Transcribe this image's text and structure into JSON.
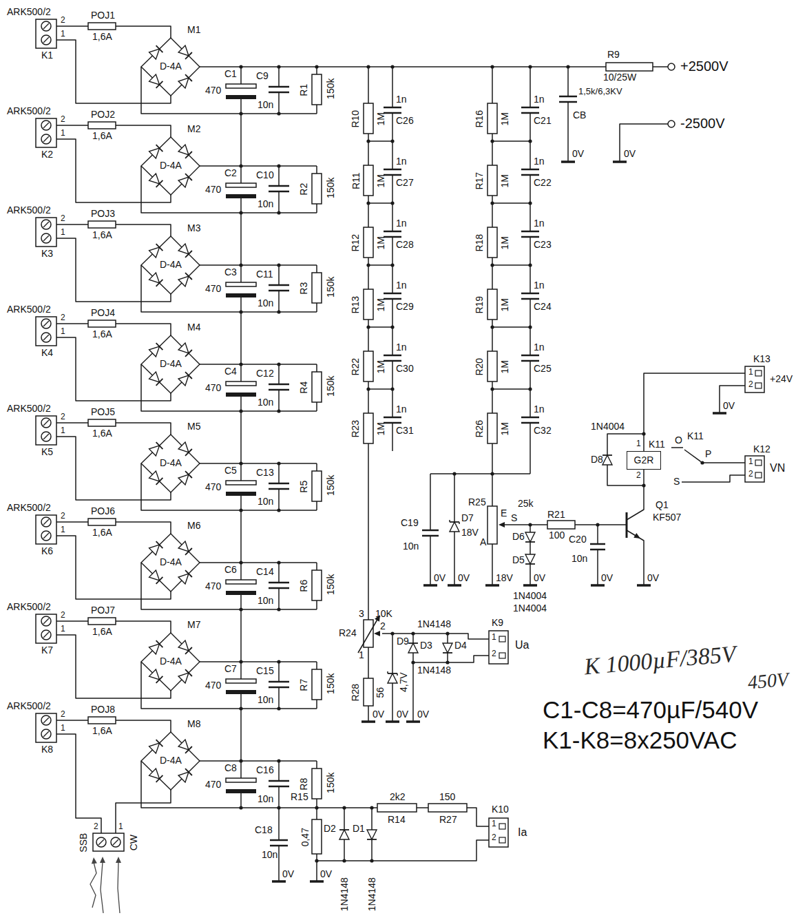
{
  "diagram": {
    "nodes": [
      {
        "text": [
          "G2R"
        ]
      }
    ],
    "labels": [
      "ARK500/2",
      "2",
      "1",
      "K1",
      "POJ1",
      "1,6A",
      "M1",
      "D-4A",
      "C1",
      "470",
      "C9",
      "10n",
      "R1",
      "150k",
      "ARK500/2",
      "2",
      "1",
      "K2",
      "POJ2",
      "1,6A",
      "M2",
      "D-4A",
      "C2",
      "470",
      "C10",
      "10n",
      "R2",
      "150k",
      "ARK500/2",
      "2",
      "1",
      "K3",
      "POJ3",
      "1,6A",
      "M3",
      "D-4A",
      "C3",
      "470",
      "C11",
      "10n",
      "R3",
      "150k",
      "ARK500/2",
      "2",
      "1",
      "K4",
      "POJ4",
      "1,6A",
      "M4",
      "D-4A",
      "C4",
      "470",
      "C12",
      "10n",
      "R4",
      "150k",
      "ARK500/2",
      "2",
      "1",
      "K5",
      "POJ5",
      "1,6A",
      "M5",
      "D-4A",
      "C5",
      "470",
      "C13",
      "10n",
      "R5",
      "150k",
      "ARK500/2",
      "2",
      "1",
      "K6",
      "POJ6",
      "1,6A",
      "M6",
      "D-4A",
      "C6",
      "470",
      "C14",
      "10n",
      "R6",
      "150k",
      "ARK500/2",
      "2",
      "1",
      "K7",
      "POJ7",
      "1,6A",
      "M7",
      "D-4A",
      "C7",
      "470",
      "C15",
      "10n",
      "R7",
      "150k",
      "ARK500/2",
      "2",
      "1",
      "K8",
      "POJ8",
      "1,6A",
      "M8",
      "D-4A",
      "C8",
      "470",
      "C16",
      "10n",
      "R8",
      "150k",
      "R10",
      "1M",
      "1n",
      "C26",
      "R11",
      "1M",
      "1n",
      "C27",
      "R12",
      "1M",
      "1n",
      "C28",
      "R13",
      "1M",
      "1n",
      "C29",
      "R22",
      "1M",
      "1n",
      "C30",
      "R23",
      "1M",
      "1n",
      "C31",
      "R16",
      "1M",
      "1n",
      "C21",
      "R17",
      "1M",
      "1n",
      "C22",
      "R18",
      "1M",
      "1n",
      "C23",
      "R19",
      "1M",
      "1n",
      "C24",
      "R20",
      "1M",
      "1n",
      "C25",
      "R26",
      "1M",
      "1n",
      "C32",
      "R9",
      "10/25W",
      "+2500V",
      "1,5k/6,3KV",
      "CB",
      "0V",
      "-2500V",
      "0V",
      "3",
      "10K",
      "R24",
      "2",
      "1",
      "R28",
      "56",
      "0V",
      "D9",
      "4,7V",
      "1N4148",
      "D3",
      "D4",
      "1N4148",
      "0V",
      "0V",
      "K9",
      "1",
      "2",
      "Ua",
      "C19",
      "10n",
      "0V",
      "D7",
      "18V",
      "0V",
      "R25",
      "25k",
      "E",
      "S",
      "A",
      "D6",
      "D5",
      "18V",
      "0V",
      "1N4004",
      "1N4004",
      "R21",
      "100",
      "C20",
      "10n",
      "0V",
      "Q1",
      "KF507",
      "0V",
      "1N4004",
      "D8",
      "1",
      "K11",
      "2",
      "O",
      "K11",
      "P",
      "S",
      "K13",
      "1",
      "2",
      "+24V",
      "0V",
      "K12",
      "1",
      "2",
      "VN",
      "C18",
      "10n",
      "0V",
      "R15",
      "0,47",
      "0V",
      "D2",
      "D1",
      "1N4148",
      "1N4148",
      "2k2",
      "R14",
      "150",
      "R27",
      "K10",
      "1",
      "2",
      "Ia",
      "SSB",
      "2",
      "1",
      "CW",
      "K 1000µF/385V",
      "450V",
      "C1-C8=470µF/540V",
      "K1-K8=8x250VAC"
    ]
  }
}
